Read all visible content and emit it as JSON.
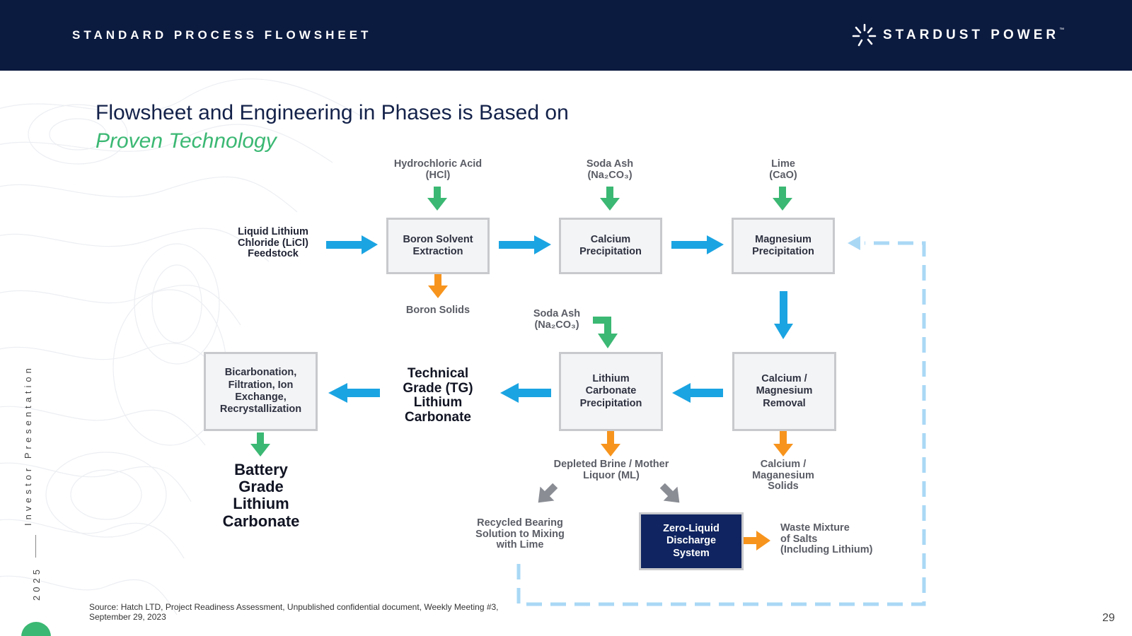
{
  "header": {
    "section_title": "STANDARD PROCESS FLOWSHEET",
    "brand": "STARDUST POWER",
    "brand_tm": "™",
    "bg_color": "#0b1a3f"
  },
  "title": {
    "line1": "Flowsheet and Engineering in Phases is Based on",
    "line2": "Proven Technology"
  },
  "colors": {
    "blue_arrow": "#1ba4e2",
    "green_arrow": "#3bb873",
    "orange_arrow": "#f7941d",
    "gray_arrow": "#8a8d94",
    "dashed": "#a9d8f5",
    "dark_box": "#0f2460"
  },
  "flow": {
    "feedstock": "Liquid Lithium\nChloride (LiCl)\nFeedstock",
    "boron_box": "Boron Solvent\nExtraction",
    "calcium_box": "Calcium\nPrecipitation",
    "magnesium_box": "Magnesium\nPrecipitation",
    "hcl": "Hydrochloric Acid\n(HCl)",
    "soda_ash_1_name": "Soda Ash",
    "soda_ash_1_formula": "(Na₂CO₃)",
    "lime": "Lime\n(CaO)",
    "boron_solids": "Boron Solids",
    "soda_ash_2_name": "Soda Ash",
    "soda_ash_2_formula": "(Na₂CO₃)",
    "lithium_box": "Lithium\nCarbonate\nPrecipitation",
    "camg_box": "Calcium /\nMagnesium\nRemoval",
    "bicarb_box": "Bicarbonation,\nFiltration, Ion\nExchange,\nRecrystallization",
    "tg_product": "Technical\nGrade (TG)\nLithium\nCarbonate",
    "battery_product": "Battery\nGrade\nLithium\nCarbonate",
    "depleted": "Depleted Brine / Mother\nLiquor (ML)",
    "camg_solids": "Calcium /\nMaganesium\nSolids",
    "recycled": "Recycled Bearing\nSolution to Mixing\nwith Lime",
    "zld_box": "Zero-Liquid\nDischarge\nSystem",
    "waste": "Waste Mixture\nof Salts\n(Including Lithium)"
  },
  "sidebar": {
    "vertical_label": "Investor Presentation",
    "year": "2025"
  },
  "footer": {
    "source": "Source: Hatch LTD, Project Readiness Assessment, Unpublished confidential document, Weekly Meeting #3, September 29, 2023",
    "page_number": "29"
  }
}
